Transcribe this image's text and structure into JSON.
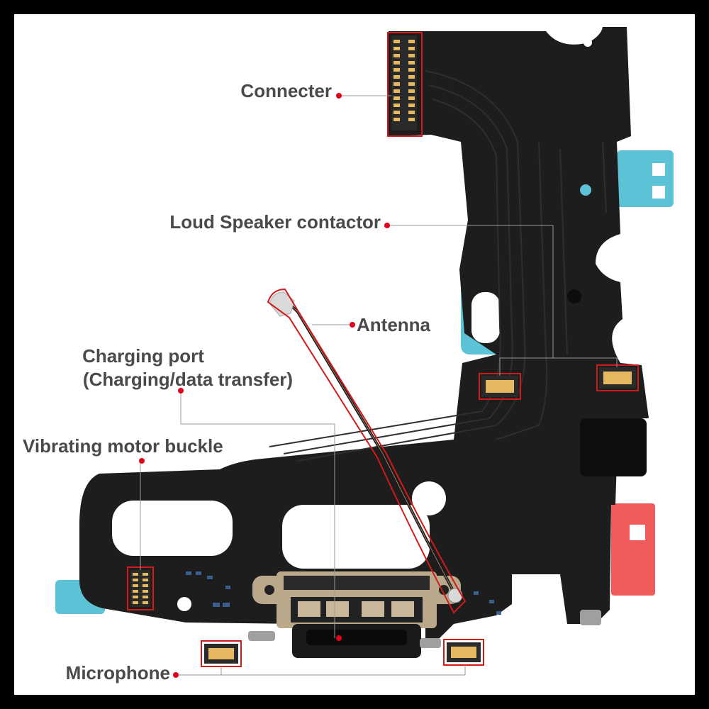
{
  "labels": {
    "connector": "Connecter",
    "speaker": "Loud Speaker contactor",
    "antenna": "Antenna",
    "charging_line1": "Charging port",
    "charging_line2": "(Charging/data transfer)",
    "vibrating": "Vibrating motor buckle",
    "microphone": "Microphone"
  },
  "colors": {
    "board": "#1d1d1d",
    "trace": "#2b2b2b",
    "tape_blue": "#5cc3d6",
    "tape_red": "#f05a5a",
    "label_text": "#4a4a4a",
    "marker_dot": "#e3001b",
    "leader_line": "#9a9a9a",
    "highlight_box": "#d11a1a",
    "gold_contact": "#e6b860",
    "port_metal": "#b9a98a"
  }
}
